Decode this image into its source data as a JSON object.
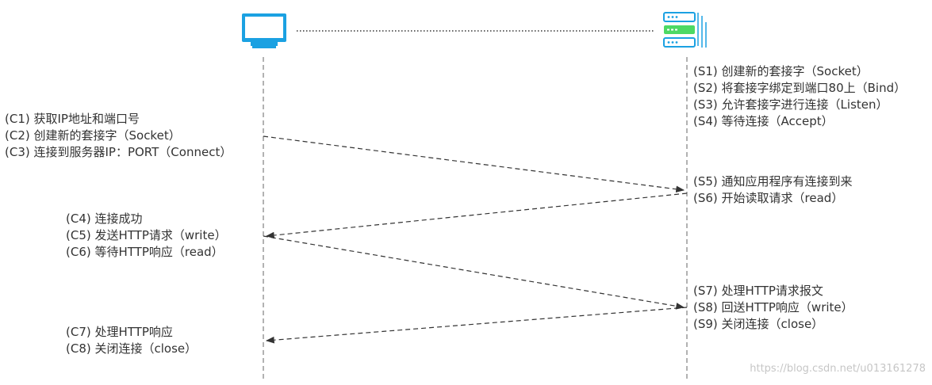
{
  "client_steps_1": [
    "(C1) 获取IP地址和端口号",
    "(C2) 创建新的套接字（Socket）",
    "(C3) 连接到服务器IP：PORT（Connect）"
  ],
  "client_steps_2": [
    "(C4) 连接成功",
    "(C5) 发送HTTP请求（write）",
    "(C6) 等待HTTP响应（read）"
  ],
  "client_steps_3": [
    "(C7) 处理HTTP响应",
    "(C8) 关闭连接（close）"
  ],
  "server_steps_1": [
    "(S1) 创建新的套接字（Socket）",
    "(S2) 将套接字绑定到端口80上（Bind）",
    "(S3) 允许套接字进行连接（Listen）",
    "(S4) 等待连接（Accept）"
  ],
  "server_steps_2": [
    "(S5) 通知应用程序有连接到来",
    "(S6) 开始读取请求（read）"
  ],
  "server_steps_3": [
    "(S7) 处理HTTP请求报文",
    "(S8) 回送HTTP响应（write）",
    "(S9) 关闭连接（close）"
  ],
  "watermark": "https://blog.csdn.net/u013161278",
  "icons": {
    "client": "monitor-icon",
    "server": "server-icon"
  },
  "colors": {
    "icon_blue": "#1ba1e2",
    "icon_green": "#4cd964",
    "line_gray": "#999999",
    "arrow": "#333333",
    "text": "#333333"
  }
}
